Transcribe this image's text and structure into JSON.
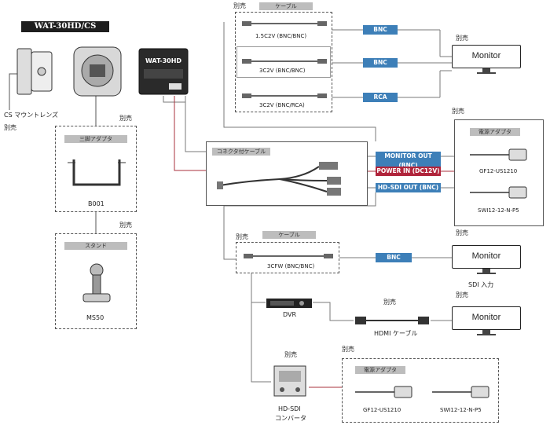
{
  "model_title": "WAT-30HD/CS",
  "sold_separately": "別売",
  "cs_lens": "CS マウントレンズ",
  "bracket": {
    "header": "三脚アダプタ",
    "name": "B001"
  },
  "stand": {
    "header": "スタンド",
    "name": "MS50"
  },
  "top_cables": {
    "header": "ケーブル",
    "items": [
      {
        "name": "1.5C2V (BNC/BNC)",
        "tag": "BNC"
      },
      {
        "name": "3C2V (BNC/BNC)",
        "tag": "BNC"
      },
      {
        "name": "3C2V (BNC/RCA)",
        "tag": "RCA"
      }
    ]
  },
  "monitor_label": "Monitor",
  "connector_cable": {
    "header": "コネクタ付ケーブル"
  },
  "outputs": {
    "monitor_out": "MONITOR OUT (BNC)",
    "power_in": "POWER IN (DC12V)",
    "hdsdi_out": "HD-SDI OUT (BNC)"
  },
  "power_adapter_1": {
    "header": "電源アダプタ",
    "item1": "GF12-US1210",
    "item2": "SWI12-12-N-P5"
  },
  "sdi_cable": {
    "header": "ケーブル",
    "name": "3CFW (BNC/BNC)",
    "tag": "BNC"
  },
  "sdi_input": "SDI 入力",
  "dvr": "DVR",
  "hdmi_cable": "HDMI ケーブル",
  "converter": {
    "line1": "HD-SDI",
    "line2": "コンバータ"
  },
  "power_adapter_2": {
    "header": "電源アダプタ",
    "item1": "GF12-US1210",
    "item2": "SWI12-12-N-P5"
  },
  "colors": {
    "blue": "#3d7fb8",
    "red": "#b0243b",
    "line_red": "#a8323c",
    "line_gray": "#666666"
  }
}
